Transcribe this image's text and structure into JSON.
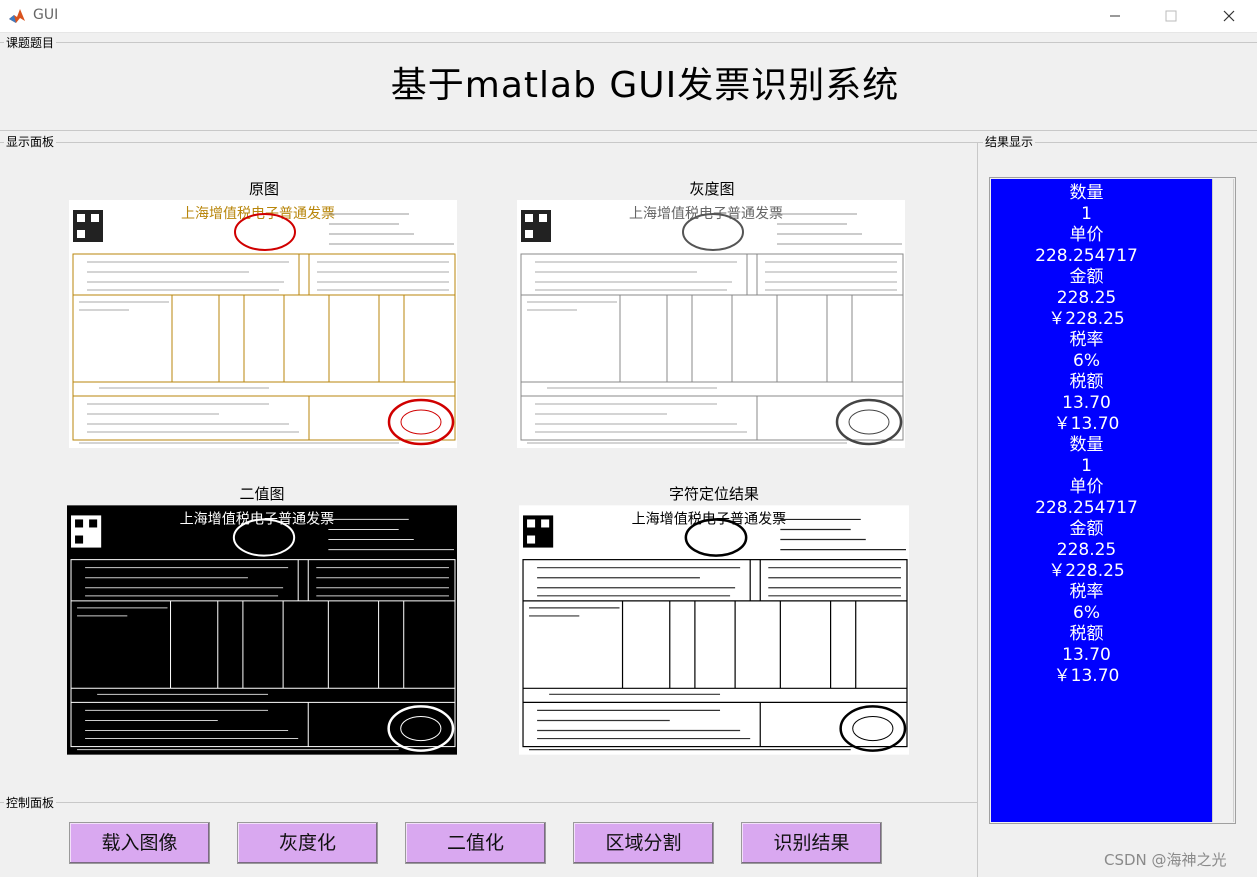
{
  "window": {
    "title": "GUI"
  },
  "groups": {
    "topic": "课题题目",
    "display": "显示面板",
    "result": "结果显示",
    "control": "控制面板"
  },
  "main_title": "基于matlab GUI发票识别系统",
  "images": {
    "original": "原图",
    "gray": "灰度图",
    "binary": "二值图",
    "char_locate": "字符定位结果"
  },
  "invoice": {
    "header": "上海增值税电子普通发票"
  },
  "results": [
    "数量",
    "1",
    "单价",
    "228.254717",
    "金额",
    "228.25",
    "￥228.25",
    "税率",
    "6%",
    "税额",
    "13.70",
    "￥13.70",
    "数量",
    "1",
    "单价",
    "228.254717",
    "金额",
    "228.25",
    "￥228.25",
    "税率",
    "6%",
    "税额",
    "13.70",
    "￥13.70"
  ],
  "buttons": {
    "load": "载入图像",
    "gray": "灰度化",
    "binary": "二值化",
    "segment": "区域分割",
    "result": "识别结果"
  },
  "watermark": "CSDN @海神之光",
  "colors": {
    "result_bg": "#0000ff",
    "button_bg": "#d9a8f0",
    "invoice_line_color": "#b8860b",
    "stamp_red": "#d00000"
  }
}
